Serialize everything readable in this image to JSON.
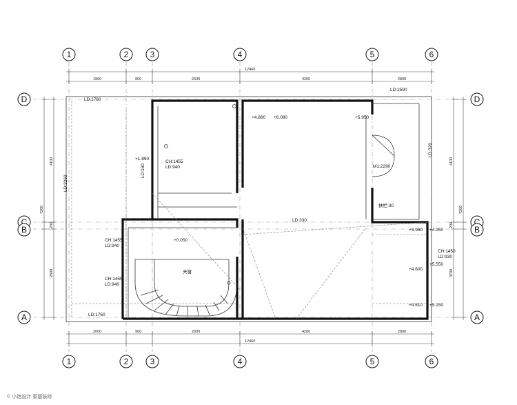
{
  "grid_axes": {
    "columns": [
      "1",
      "2",
      "3",
      "4",
      "5",
      "6"
    ],
    "rows": [
      "D",
      "C",
      "B",
      "A"
    ]
  },
  "dimensions": {
    "top_segments": [
      "1960",
      "900",
      "2600",
      "4200",
      "2800"
    ],
    "top_total": "12460",
    "bottom_segments": [
      "2000",
      "900",
      "2600",
      "4200",
      "2800"
    ],
    "bottom_total": "12460",
    "left_segments": [
      "4100",
      "200",
      "2800"
    ],
    "left_total": "7200",
    "right_segments": [
      "4100",
      "200",
      "3700"
    ],
    "right_total": "7200"
  },
  "annotations": {
    "ld_1760_top": "LD:1760",
    "ld_1760_bottom": "LD:1760",
    "ld_2590": "LD:2590",
    "ld_2260": "LD:2260",
    "ld_160": "LD:160",
    "ld_320": "LD:320",
    "ld_330": "LD:330",
    "ch_1455_a": "CH:1455",
    "ld_940_a": "LD:940",
    "ch_1455_b": "CH:1455",
    "ld_940_b": "LD:940",
    "ch_1455_c": "CH:1455",
    "ld_940_c": "LD:940",
    "ch_1450": "CH:1450",
    "ld_930": "LD:930",
    "door_2290": "M1:2290",
    "handrail": "扶栏:30",
    "skylight": "天窗"
  },
  "elevations": {
    "e1": "+4.880",
    "e2": "+6.080",
    "e3": "+5.950",
    "e4": "+1.890",
    "e5": "+0.050",
    "e6": "+3.960",
    "e7": "+4.250",
    "e8": "+4.600",
    "e9": "+5.550",
    "e10": "+4.610",
    "e11": "+5.250"
  },
  "watermark": "© 小馆设计·家庭装修"
}
